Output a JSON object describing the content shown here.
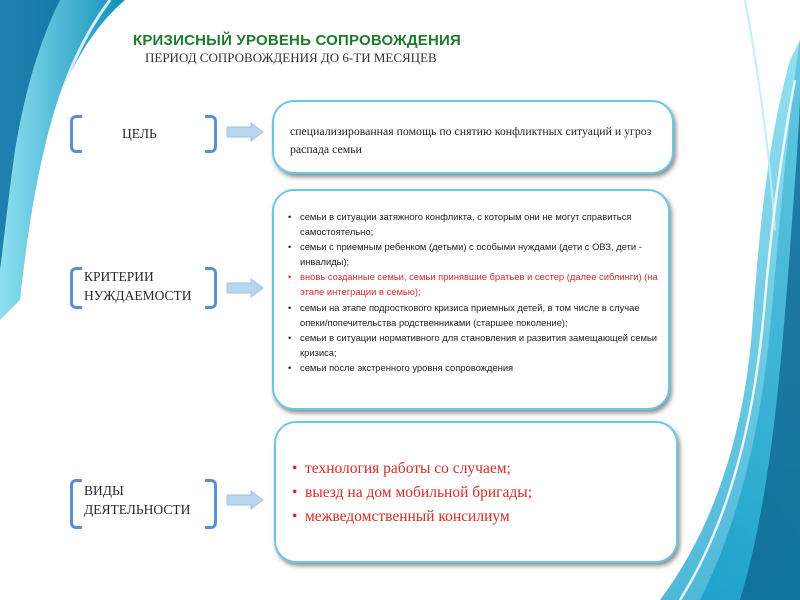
{
  "header": {
    "title": "КРИЗИСНЫЙ  УРОВЕНЬ СОПРОВОЖДЕНИЯ",
    "subtitle": "ПЕРИОД СОПРОВОЖДЕНИЯ ДО 6-ТИ МЕСЯЦЕВ"
  },
  "goal": {
    "label": "ЦЕЛЬ",
    "text": "специализированная помощь по снятию конфликтных ситуаций и угроз распада семьи"
  },
  "criteria": {
    "label_line1": "КРИТЕРИИ",
    "label_line2": "НУЖДАЕМОСТИ",
    "items": [
      "семьи в ситуации затяжного конфликта, с которым они не могут справиться самостоятельно;",
      "семьи с приемным ребенком (детьми) с особыми нуждами (дети с ОВЗ, дети - инвалиды);",
      "вновь созданные семьи, семьи принявшие братьев и сестер (далее сиблинги) (на этапе интеграции в семью);",
      "семьи на этапе подросткового кризиса приемных детей, в том числе в случае опеки/попечительства родственниками (старшее поколение);",
      "семьи в ситуации нормативного для становления и развития замещающей семьи кризиса;",
      "семьи после экстренного уровня сопровождения"
    ]
  },
  "activities": {
    "label_line1": "ВИДЫ",
    "label_line2": "ДЕЯТЕЛЬНОСТИ",
    "items": [
      "технология работы со случаем;",
      "выезд на дом мобильной бригады;",
      "межведомственный консилиум"
    ]
  },
  "colors": {
    "title": "#1f7a2e",
    "bracket": "#5c8fd0",
    "box_border": "#6bc7e8",
    "highlight_red": "#d42a2a",
    "background_wave": "#1aa3c9"
  }
}
